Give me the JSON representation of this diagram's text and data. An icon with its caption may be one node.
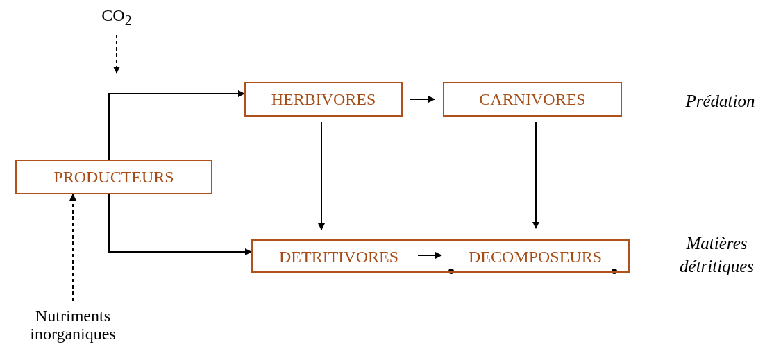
{
  "diagram": {
    "nodes": [
      {
        "text": [
          "CO$_{2}$"
        ]
      },
      {
        "text": [
          "HERBIVORES"
        ]
      },
      {
        "text": [
          "CARNIVORES"
        ]
      },
      {
        "text": [
          "PRODUCTEURS"
        ]
      },
      {
        "text": [],
        "shape": "box"
      },
      {
        "text": [
          "DETRITIVORES"
        ],
        "in": 4
      },
      {
        "text": [
          "DECOMPOSEURS"
        ],
        "in": 4
      },
      {
        "text": [
          "Nutriments inorganiques"
        ]
      }
    ],
    "edges": [
      {
        "from": 0,
        "to": null,
        "arrow": "to",
        "style": "dashed"
      },
      {
        "from": 7,
        "to": 3,
        "arrow": "to",
        "style": "dashed"
      },
      {
        "from": 3,
        "to": 1,
        "arrow": "to"
      },
      {
        "from": 1,
        "to": 2,
        "arrow": "to"
      },
      {
        "from": 3,
        "to": 4,
        "arrow": "to"
      },
      {
        "from": 1,
        "to": 4,
        "arrow": "to"
      },
      {
        "from": 2,
        "to": 4,
        "arrow": "to"
      },
      {
        "from": 5,
        "to": 6,
        "arrow": "to"
      }
    ],
    "labels": [
      "Prédation",
      "Matières détritiques"
    ]
  }
}
